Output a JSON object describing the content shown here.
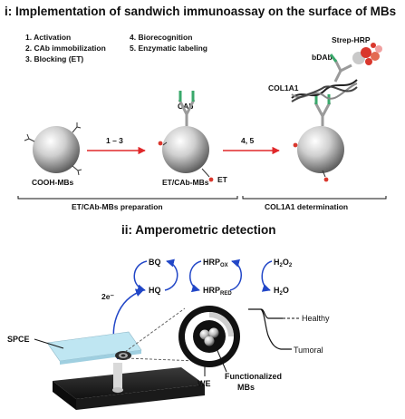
{
  "section1": {
    "title": "i: Implementation of sandwich immunoassay on the surface of MBs",
    "steps": [
      "1. Activation",
      "2. CAb immobilization",
      "3. Blocking (ET)",
      "4. Biorecognition",
      "5. Enzymatic labeling"
    ],
    "labels": {
      "cab": "CAb",
      "strep_hrp": "Strep-HRP",
      "bdab": "bDAb",
      "col1a1": "COL1A1",
      "arrow1": "1 – 3",
      "arrow2": "4, 5",
      "cooh_mbs": "COOH-MBs",
      "et_cab_mbs": "ET/CAb-MBs",
      "et": "ET",
      "prep": "ET/CAb-MBs preparation",
      "determination": "COL1A1 determination"
    }
  },
  "section2": {
    "title": "ii: Amperometric detection",
    "labels": {
      "bq": "BQ",
      "hq": "HQ",
      "hrp": "HRP",
      "ox": "OX",
      "red": "RED",
      "h2o2_main": "H",
      "h2o2_sub": "2",
      "h2o2_o": "O",
      "h2o_main": "H",
      "h2o_sub": "2",
      "h2o_o": "O",
      "electrons": "2e⁻",
      "spce": "SPCE",
      "we": "WE",
      "functionalized": "Functionalized",
      "mbs": "MBs",
      "healthy": "Healthy",
      "tumoral": "Tumoral"
    }
  },
  "colors": {
    "red_arrow": "#e0282a",
    "blue_arrow": "#2146c7",
    "antibody_green": "#3aa86b",
    "antibody_gray": "#9a9a9a",
    "chip_blue": "#bfe6f2",
    "hrp_red": "#d9372d"
  }
}
